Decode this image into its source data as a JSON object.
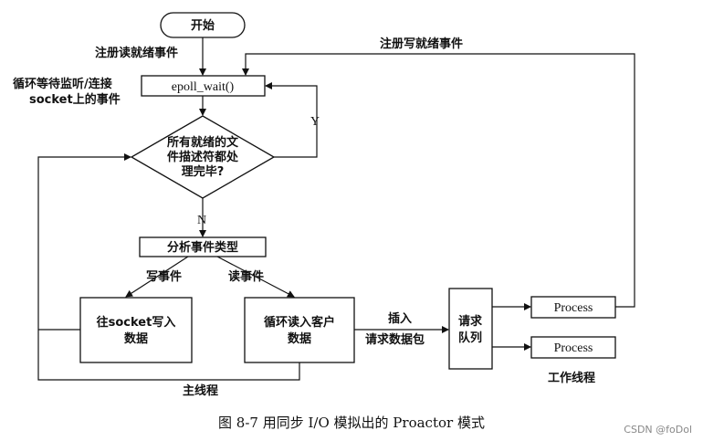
{
  "nodes": {
    "start": "开始",
    "epoll": "epoll_wait()",
    "decision": [
      "所有就绪的文",
      "件描述符都处",
      "理完毕?"
    ],
    "analyze": "分析事件类型",
    "write_box": [
      "往socket写入",
      "数据"
    ],
    "read_box": [
      "循环读入客户",
      "数据"
    ],
    "queue": [
      "请求",
      "队列"
    ],
    "process1": "Process",
    "process2": "Process"
  },
  "labels": {
    "register_read": "注册读就绪事件",
    "loop_wait": [
      "循环等待监听/连接",
      "socket上的事件"
    ],
    "register_write": "注册写就绪事件",
    "yes": "Y",
    "no": "N",
    "write_event": "写事件",
    "read_event": "读事件",
    "insert": [
      "插入",
      "请求数据包"
    ],
    "main_thread": "主线程",
    "worker_threads": "工作线程"
  },
  "caption": "图 8-7   用同步 I/O 模拟出的 Proactor 模式",
  "watermark": "CSDN @foDol"
}
